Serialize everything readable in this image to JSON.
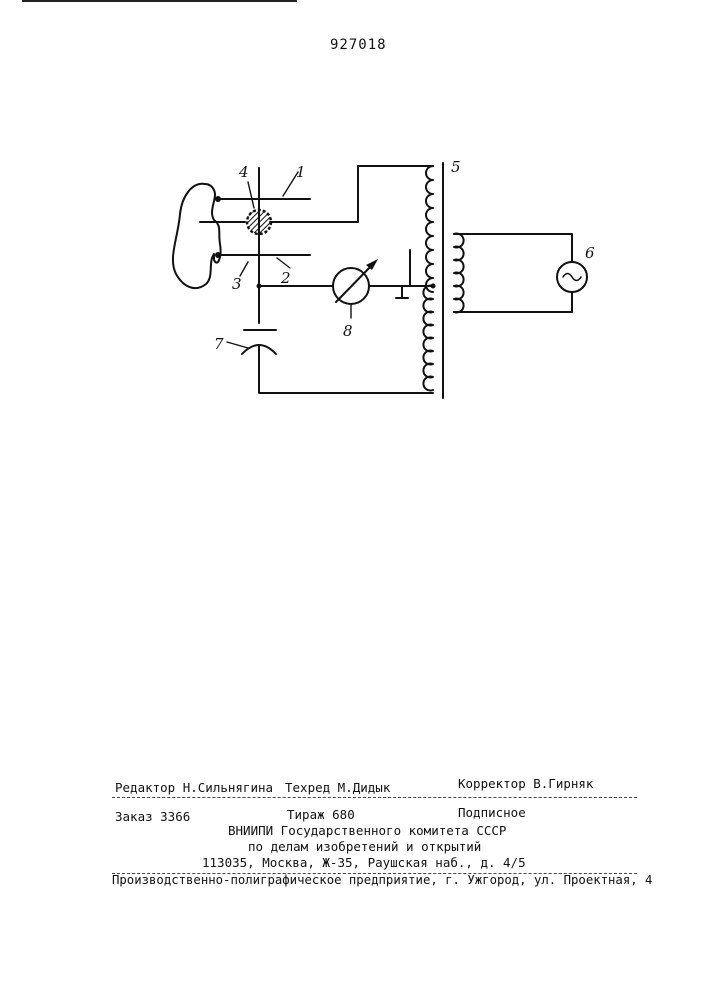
{
  "document": {
    "number": "927018"
  },
  "figure": {
    "labels": {
      "electrode_top": "1",
      "electrode_bottom": "2",
      "sample_bottom": "3",
      "sample_top": "4",
      "transformer": "5",
      "generator": "6",
      "capacitor": "7",
      "meter": "8"
    }
  },
  "imprint": {
    "editor": "Редактор Н.Сильнягина",
    "techred": "Техред М.Дидык",
    "corrector": "Корректор В.Гирняк",
    "order": "Заказ 3366",
    "circulation": "Тираж 680",
    "subscription": "Подписное",
    "org_line1": "ВНИИПИ Государственного комитета СССР",
    "org_line2": "по делам изобретений и открытий",
    "address": "113035, Москва, Ж-35, Раушская наб., д. 4/5",
    "printer": "Производственно-полиграфическое предприятие, г. Ужгород, ул. Проектная, 4"
  }
}
